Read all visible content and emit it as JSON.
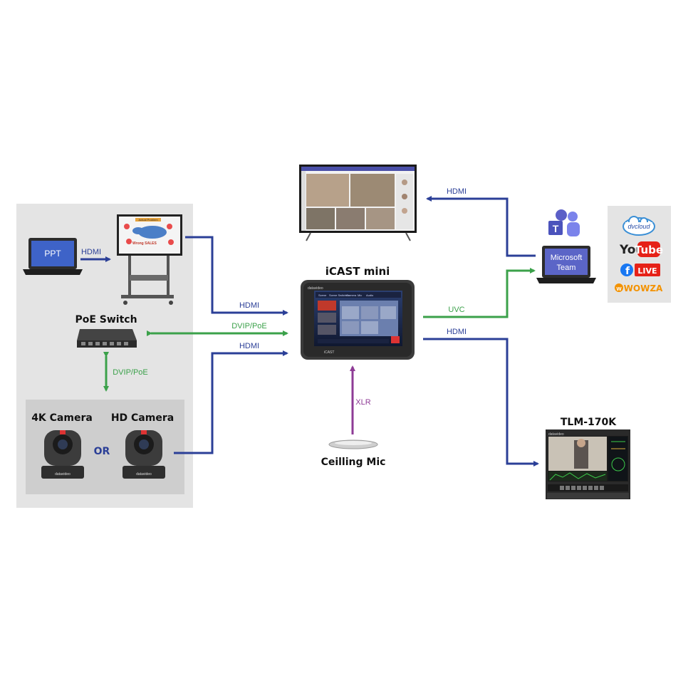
{
  "labels": {
    "ppt": "PPT",
    "poe_switch": "PoE Switch",
    "camera_4k": "4K Camera",
    "camera_hd": "HD Camera",
    "or": "OR",
    "icast": "iCAST mini",
    "ceiling_mic": "Ceilling Mic",
    "microsoft_team_line1": "Microsoft",
    "microsoft_team_line2": "Team",
    "tlm": "TLM-170K",
    "display_title": "Actual Problem",
    "display_note": "Wrong SALES",
    "icast_brand": "datavideo",
    "icast_footer": "iCAST",
    "tlm_brand": "datavideo",
    "camera_brand": "datavideo"
  },
  "connections": {
    "hdmi_laptop": "HDMI",
    "hdmi_display": "HDMI",
    "dvip_switch": "DVIP/PoE",
    "dvip_camera": "DVIP/PoE",
    "hdmi_camera": "HDMI",
    "xlr": "XLR",
    "uvc": "UVC",
    "hdmi_out_monitor": "HDMI",
    "hdmi_out_tv": "HDMI"
  },
  "icast_ui": {
    "tabs": [
      "Scene",
      "Scene Switcher",
      "Camera",
      "Mic",
      "Audio"
    ]
  },
  "platforms": {
    "dvcloud": "dvcloud",
    "youtube_you": "You",
    "youtube_tube": "Tube",
    "facebook": "f",
    "live": "LIVE",
    "wowza": "WOWZA"
  },
  "colors": {
    "hdmi": "#2b3f97",
    "dvip": "#3ba14a",
    "xlr": "#8e3b96",
    "youtube_red": "#e62117",
    "facebook_blue": "#1877f2",
    "wowza_orange": "#f39200",
    "teams_purple": "#5b5fc7"
  }
}
